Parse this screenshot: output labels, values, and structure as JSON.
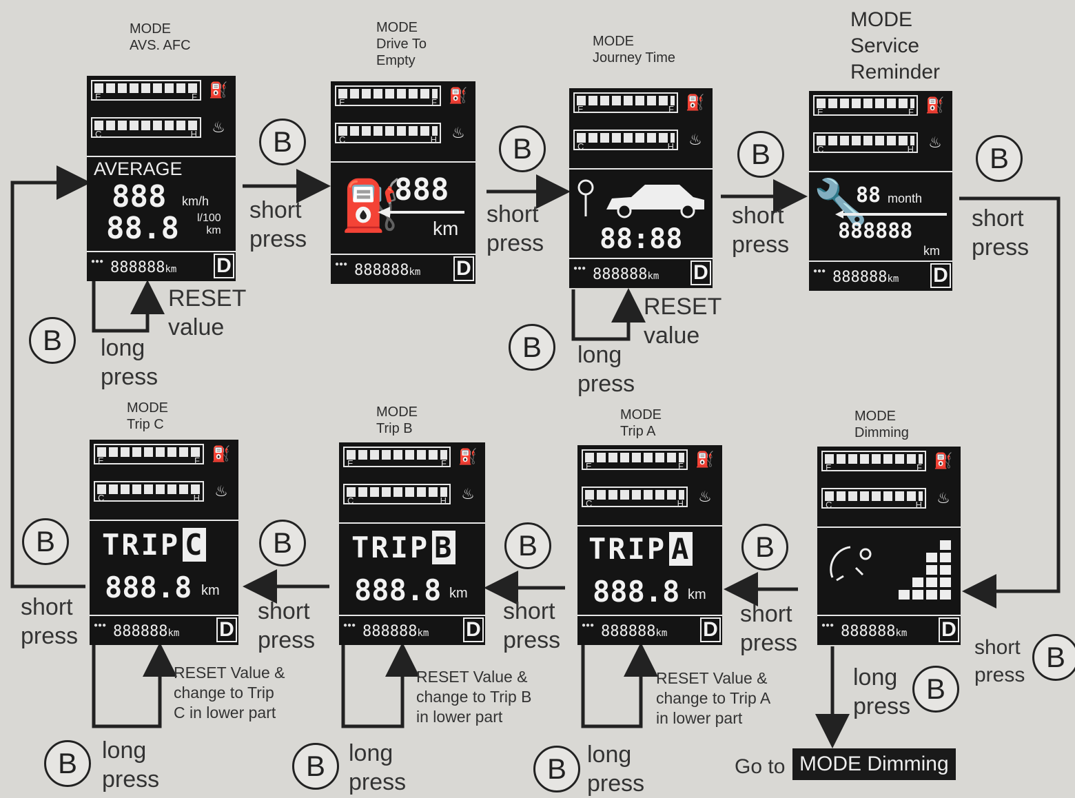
{
  "modes": {
    "avs_afc": {
      "title": "MODE\nAVS. AFC"
    },
    "dte": {
      "title": "MODE\nDrive To\nEmpty"
    },
    "journey": {
      "title": "MODE\nJourney Time"
    },
    "service": {
      "title": "MODE\nService\nReminder"
    },
    "trip_c": {
      "title": "MODE\nTrip C"
    },
    "trip_b": {
      "title": "MODE\nTrip B"
    },
    "trip_a": {
      "title": "MODE\nTrip A"
    },
    "dimming": {
      "title": "MODE\nDimming"
    }
  },
  "screen_common": {
    "fuel_e": "E",
    "fuel_f": "F",
    "temp_c": "C",
    "temp_h": "H",
    "odometer": "888888",
    "odo_unit": "km",
    "gear": "D"
  },
  "screens": {
    "avs_afc": {
      "heading": "AVERAGE",
      "speed": "888",
      "speed_unit": "km/h",
      "consumption": "88.8",
      "consumption_unit": "l/100\nkm"
    },
    "dte": {
      "value": "888",
      "unit": "km"
    },
    "journey": {
      "time": "88:88"
    },
    "service": {
      "months": "88",
      "months_unit": "month",
      "distance": "888888",
      "distance_unit": "km"
    },
    "trip_c": {
      "label": "TRIP",
      "letter": "C",
      "value": "888.8",
      "unit": "km"
    },
    "trip_b": {
      "label": "TRIP",
      "letter": "B",
      "value": "888.8",
      "unit": "km"
    },
    "trip_a": {
      "label": "TRIP",
      "letter": "A",
      "value": "888.8",
      "unit": "km"
    }
  },
  "button": "B",
  "labels": {
    "short_press": "short\npress",
    "long_press": "long\npress",
    "reset_value": "RESET\nvalue",
    "reset_trip_c": "RESET Value &\nchange to Trip\nC in lower part",
    "reset_trip_b": "RESET Value &\nchange to Trip B\nin lower part",
    "reset_trip_a": "RESET Value &\nchange to Trip A\nin lower part",
    "go_to": "Go to",
    "go_to_target": "MODE Dimming"
  },
  "colors": {
    "background": "#d9d8d4",
    "screen": "#141414",
    "ink": "#222222"
  }
}
